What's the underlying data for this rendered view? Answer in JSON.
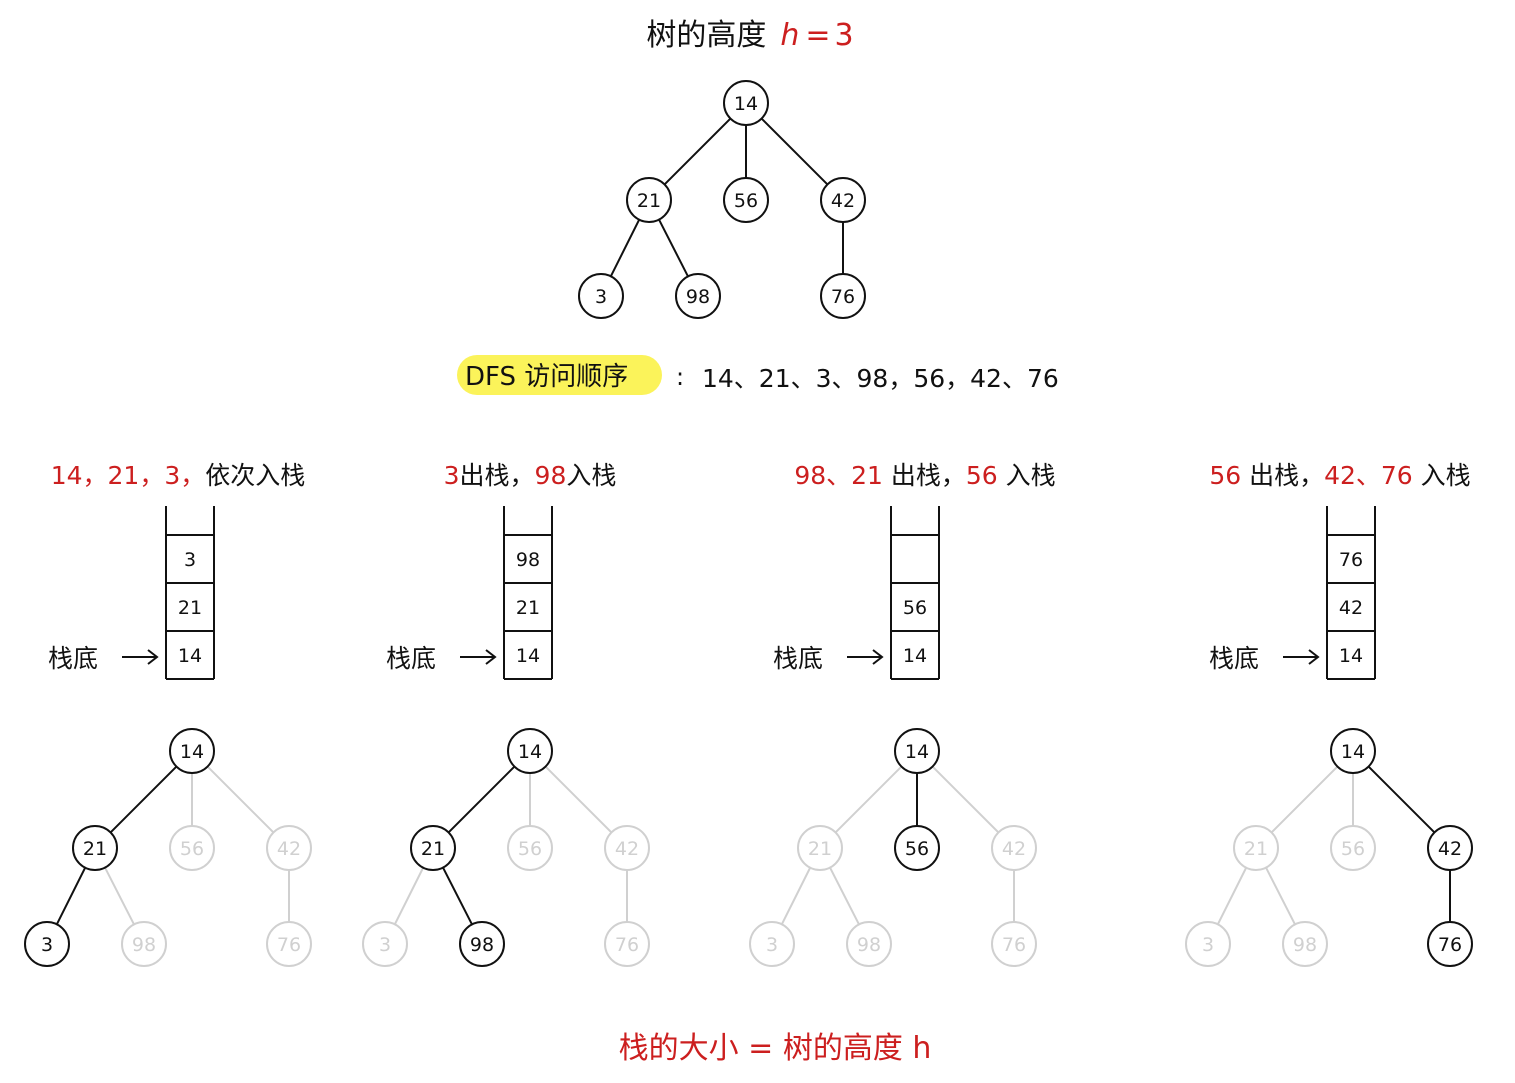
{
  "title": {
    "prefix": "树的高度",
    "var": "h",
    "eq": "=",
    "value": "3"
  },
  "dfs_order": {
    "label": "DFS 访问顺序",
    "sep": ":",
    "sequence": "14、21、3、98，56，42、76",
    "highlight_color": "#fbf35a"
  },
  "tree": {
    "root": "14",
    "level1": [
      "21",
      "56",
      "42"
    ],
    "level2": [
      "3",
      "98",
      "76"
    ]
  },
  "stack_bottom_label": "栈底",
  "steps": [
    {
      "caption_parts": [
        {
          "text": "14，21，3，",
          "color": "red"
        },
        {
          "text": "依次入栈",
          "color": "black"
        }
      ],
      "stack": [
        "14",
        "21",
        "3"
      ],
      "active_nodes": [
        "14",
        "21",
        "3"
      ]
    },
    {
      "caption_parts": [
        {
          "text": "3",
          "color": "red"
        },
        {
          "text": "出栈，",
          "color": "black"
        },
        {
          "text": "98",
          "color": "red"
        },
        {
          "text": "入栈",
          "color": "black"
        }
      ],
      "stack": [
        "14",
        "21",
        "98"
      ],
      "active_nodes": [
        "14",
        "21",
        "98"
      ]
    },
    {
      "caption_parts": [
        {
          "text": "98、21 ",
          "color": "red"
        },
        {
          "text": "出栈，",
          "color": "black"
        },
        {
          "text": "56 ",
          "color": "red"
        },
        {
          "text": "入栈",
          "color": "black"
        }
      ],
      "stack": [
        "14",
        "56",
        ""
      ],
      "active_nodes": [
        "14",
        "56"
      ]
    },
    {
      "caption_parts": [
        {
          "text": "56 ",
          "color": "red"
        },
        {
          "text": "出栈，",
          "color": "black"
        },
        {
          "text": "42、76 ",
          "color": "red"
        },
        {
          "text": "入栈",
          "color": "black"
        }
      ],
      "stack": [
        "14",
        "42",
        "76"
      ],
      "active_nodes": [
        "14",
        "42",
        "76"
      ]
    }
  ],
  "conclusion": "栈的大小 = 树的高度 h",
  "colors": {
    "accent_red": "#cc1f1f",
    "active": "#111111",
    "inactive": "#d0d0d0",
    "highlight": "#fbf35a"
  }
}
